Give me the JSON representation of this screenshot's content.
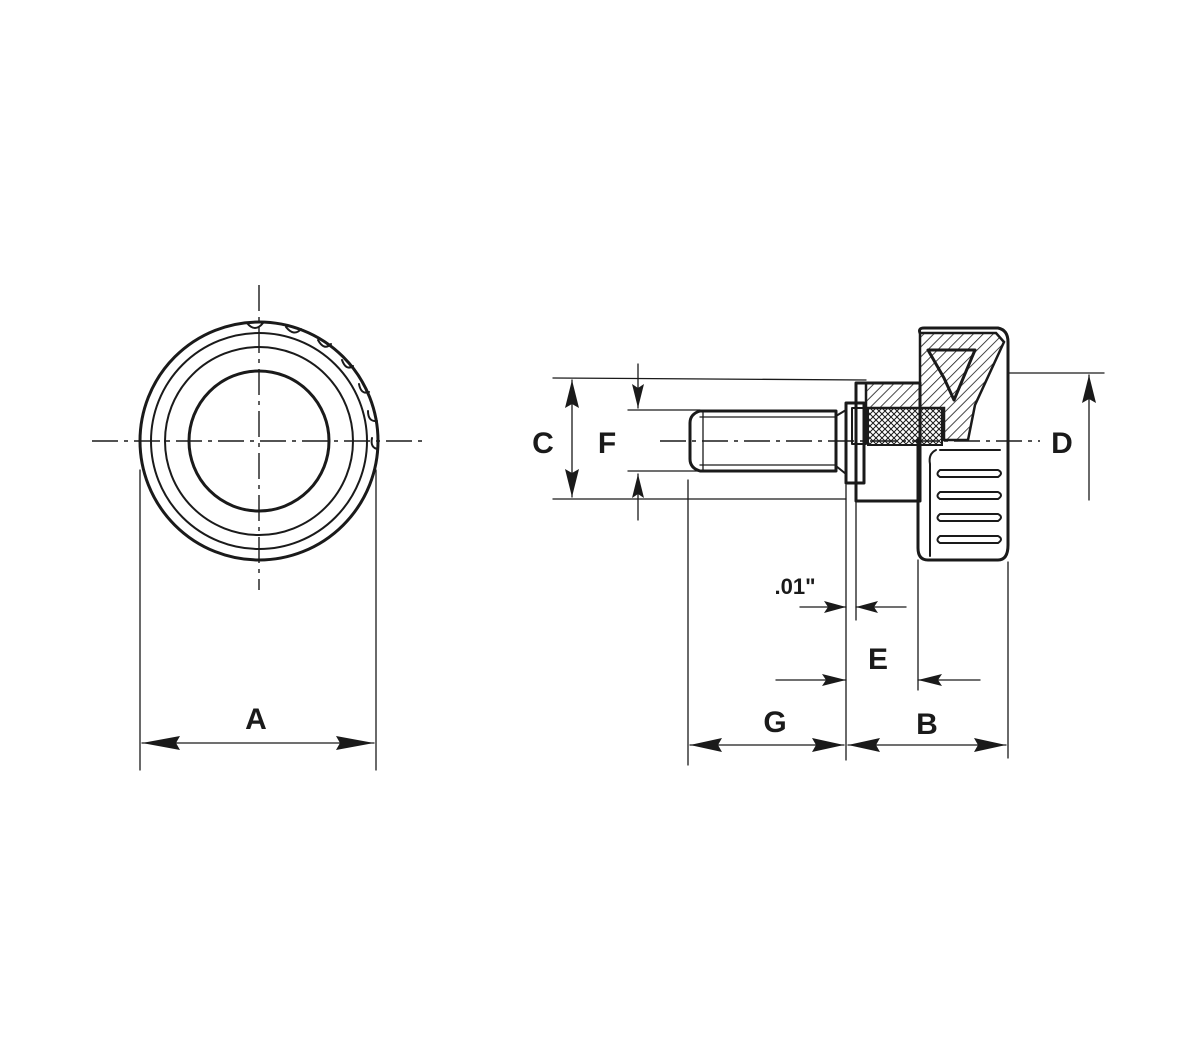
{
  "drawing": {
    "front_view": {
      "dimension_A": "A"
    },
    "side_view": {
      "dimension_C": "C",
      "dimension_F": "F",
      "dimension_D": "D",
      "dimension_clearance": ".01\"",
      "dimension_E": "E",
      "dimension_G": "G",
      "dimension_B": "B"
    }
  },
  "colors": {
    "ink": "#1a1a1a",
    "paper": "#ffffff"
  }
}
